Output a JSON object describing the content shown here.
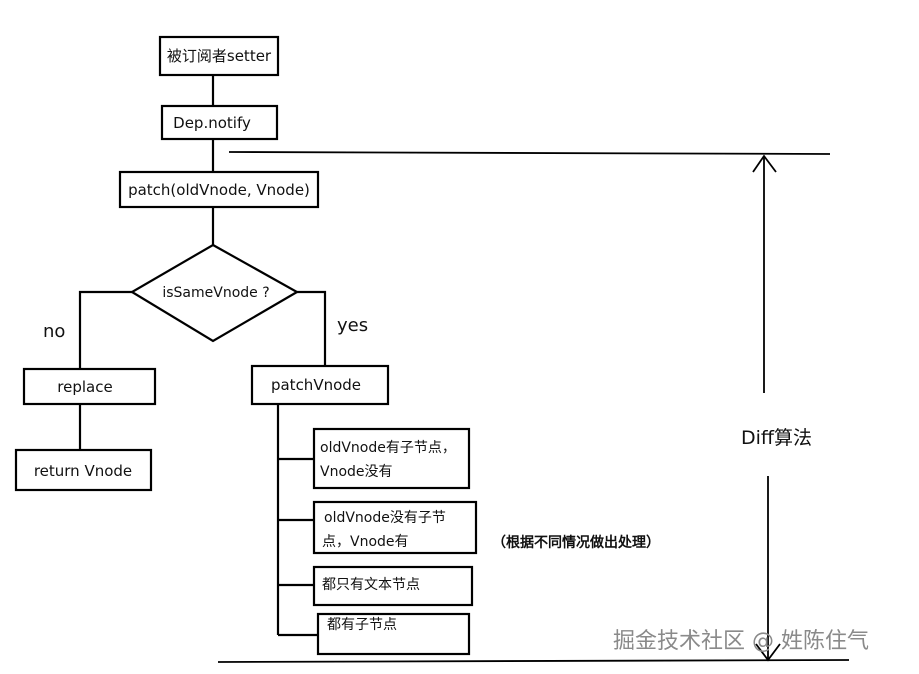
{
  "nodes": {
    "subscriber_setter": "被订阅者setter",
    "dep_notify": "Dep.notify",
    "patch": "patch(oldVnode, Vnode)",
    "is_same_vnode": "isSameVnode ?",
    "replace": "replace",
    "return_vnode": "return Vnode",
    "patch_vnode": "patchVnode",
    "case1_line1": "oldVnode有子节点，",
    "case1_line2": "Vnode没有",
    "case2_line1": "oldVnode没有子节",
    "case2_line2": "点，Vnode有",
    "case3": "都只有文本节点",
    "case4": "都有子节点"
  },
  "branches": {
    "no": "no",
    "yes": "yes"
  },
  "note": "（根据不同情况做出处理）",
  "diff_label": "Diff算法",
  "watermark": "掘金技术社区 @ 姓陈住气",
  "colors": {
    "line": "#000000",
    "background": "#ffffff",
    "watermark": "#8a8a8a"
  }
}
